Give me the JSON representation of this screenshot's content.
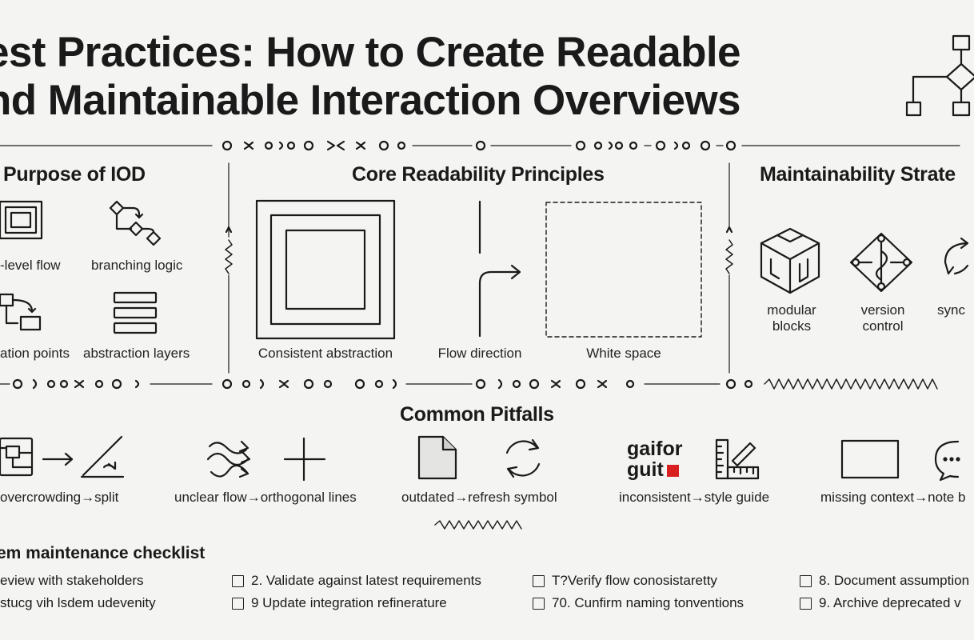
{
  "title": {
    "line1": "est Practices: How to Create Readable",
    "line2": "nd Maintainable Interaction Overviews"
  },
  "purpose": {
    "header": "Purpose of IOD",
    "items": [
      "-level flow",
      "branching logic",
      "ation points",
      "abstraction layers"
    ]
  },
  "readability": {
    "header": "Core Readability Principles",
    "items": [
      "Consistent abstraction",
      "Flow direction",
      "White space"
    ]
  },
  "maintainability": {
    "header": "Maintainability Strate",
    "items": [
      "modular\nblocks",
      "version\ncontrol",
      "sync"
    ]
  },
  "pitfalls": {
    "header": "Common Pitfalls",
    "items": [
      "overcrowding→split",
      "unclear flow→orthogonal lines",
      "outdated→refresh symbol",
      "inconsistent→style guide",
      "missing context→note b"
    ],
    "brand_line1": "gaifor",
    "brand_line2": "guit"
  },
  "checklist": {
    "header": "em maintenance checklist",
    "col1": [
      "eview with stakeholders",
      "stucg vih lsdem udevenity"
    ],
    "col2": [
      "2. Validate against latest requirements",
      "9 Update integration refinerature"
    ],
    "col3": [
      "T?Verify flow conosistaretty",
      "70. Cunfirm naming tonventions"
    ],
    "col4": [
      "8. Document assumption",
      "9. Archive deprecated v"
    ]
  },
  "colors": {
    "ink": "#1a1a1a",
    "accent_red": "#d82020",
    "paper": "#f4f4f2"
  }
}
